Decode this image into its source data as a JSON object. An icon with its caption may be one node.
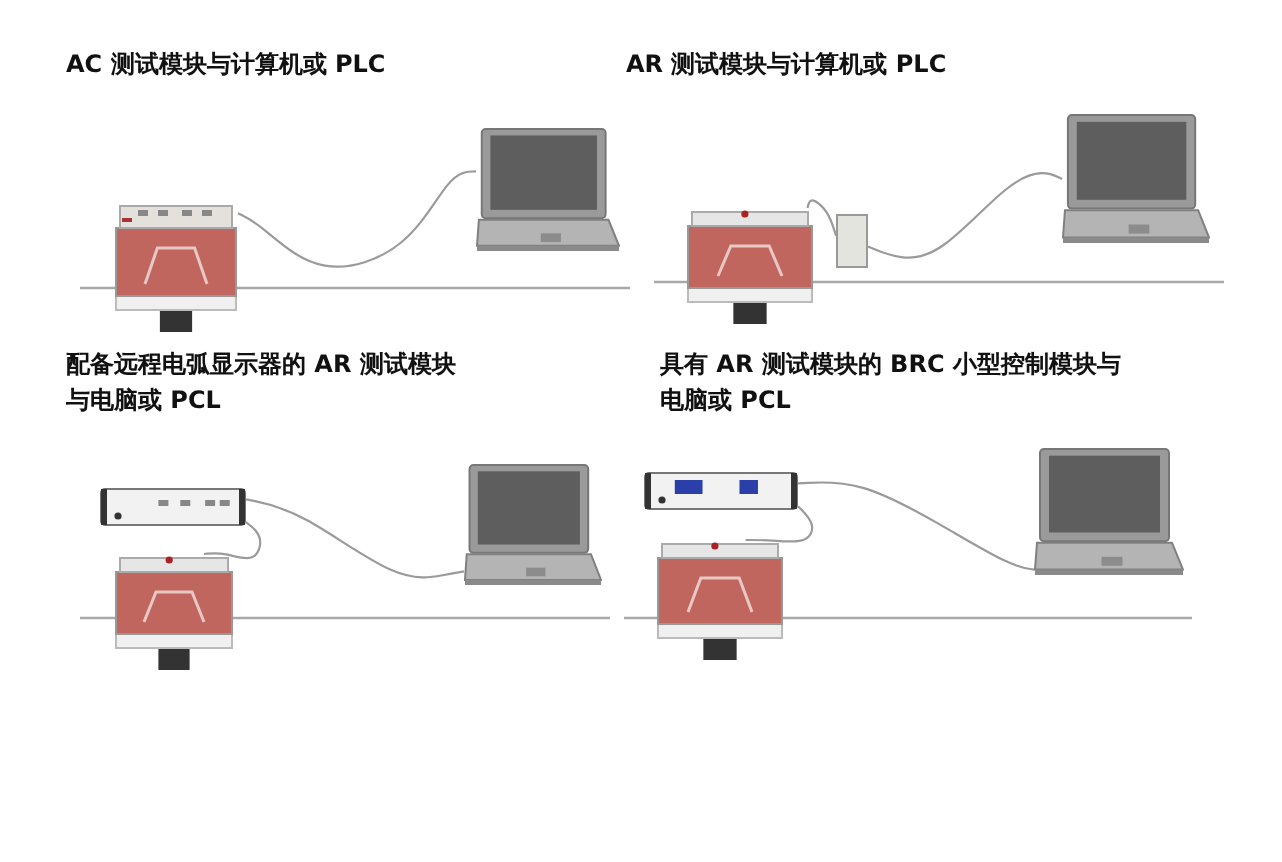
{
  "diagram": {
    "nodes": [
      {
        "text": [],
        "shape": "picture"
      },
      {
        "text": [],
        "shape": "picture"
      },
      {
        "text": [],
        "shape": "picture"
      },
      {
        "text": [],
        "shape": "box"
      },
      {
        "text": [],
        "shape": "picture"
      },
      {
        "text": [],
        "shape": "picture"
      },
      {
        "text": [],
        "shape": "picture"
      },
      {
        "text": [],
        "shape": "picture"
      },
      {
        "text": [],
        "shape": "picture"
      },
      {
        "text": [],
        "shape": "picture"
      },
      {
        "text": [],
        "shape": "picture"
      }
    ],
    "edges": [
      {
        "from": 0,
        "to": 1,
        "arrow": "none"
      },
      {
        "from": 2,
        "to": 3,
        "arrow": "none"
      },
      {
        "from": 3,
        "to": 4,
        "arrow": "none"
      },
      {
        "from": 5,
        "to": 6,
        "arrow": "none"
      },
      {
        "from": 5,
        "to": 7,
        "arrow": "none"
      },
      {
        "from": 8,
        "to": 9,
        "arrow": "none"
      },
      {
        "from": 8,
        "to": 10,
        "arrow": "none"
      }
    ],
    "labels": [
      "AC 测试模块与计算机或 PLC",
      "AR 测试模块与计算机或 PLC",
      "配备远程电弧显示器的 AR 测试模块与电脑或 PCL",
      "具有 AR 测试模块的 BRC 小型控制模块与电脑或 PCL"
    ]
  }
}
